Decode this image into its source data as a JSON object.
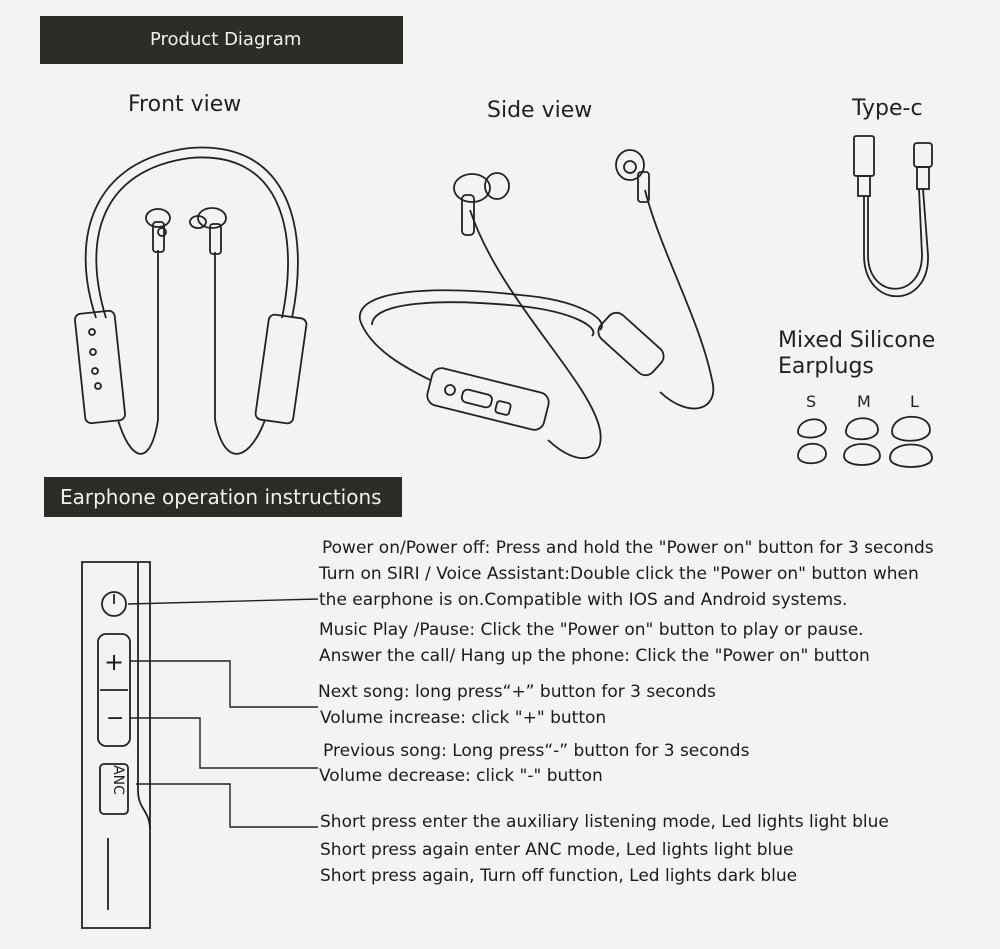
{
  "header": {
    "product_diagram": "Product Diagram",
    "operation": "Earphone operation instructions"
  },
  "views": {
    "front": "Front view",
    "side": "Side view",
    "typec": "Type-c",
    "earplugs_line1": "Mixed Silicone",
    "earplugs_line2": "Earplugs"
  },
  "sizes": [
    "S",
    "M",
    "L"
  ],
  "remote": {
    "plus": "+",
    "minus": "−",
    "anc": "ANC"
  },
  "instructions": {
    "power": [
      "Power on/Power off: Press and hold the \"Power on\" button for 3 seconds",
      "Turn on SIRI / Voice Assistant:Double click the \"Power on\" button when",
      "the earphone is on.Compatible with IOS and Android systems.",
      "Music Play /Pause: Click the \"Power on\" button to play or pause.",
      "Answer the call/ Hang up the phone: Click the \"Power on\" button"
    ],
    "plus": [
      "Next song: long press“+” button for 3 seconds",
      "Volume increase: click \"+\" button"
    ],
    "minus": [
      "Previous song: Long press“-” button for 3 seconds",
      "Volume decrease: click \"-\" button"
    ],
    "anc": [
      "Short press enter the auxiliary listening mode, Led lights light blue",
      "Short press again enter ANC mode, Led lights light blue",
      "Short press again, Turn off function, Led lights dark blue"
    ]
  }
}
